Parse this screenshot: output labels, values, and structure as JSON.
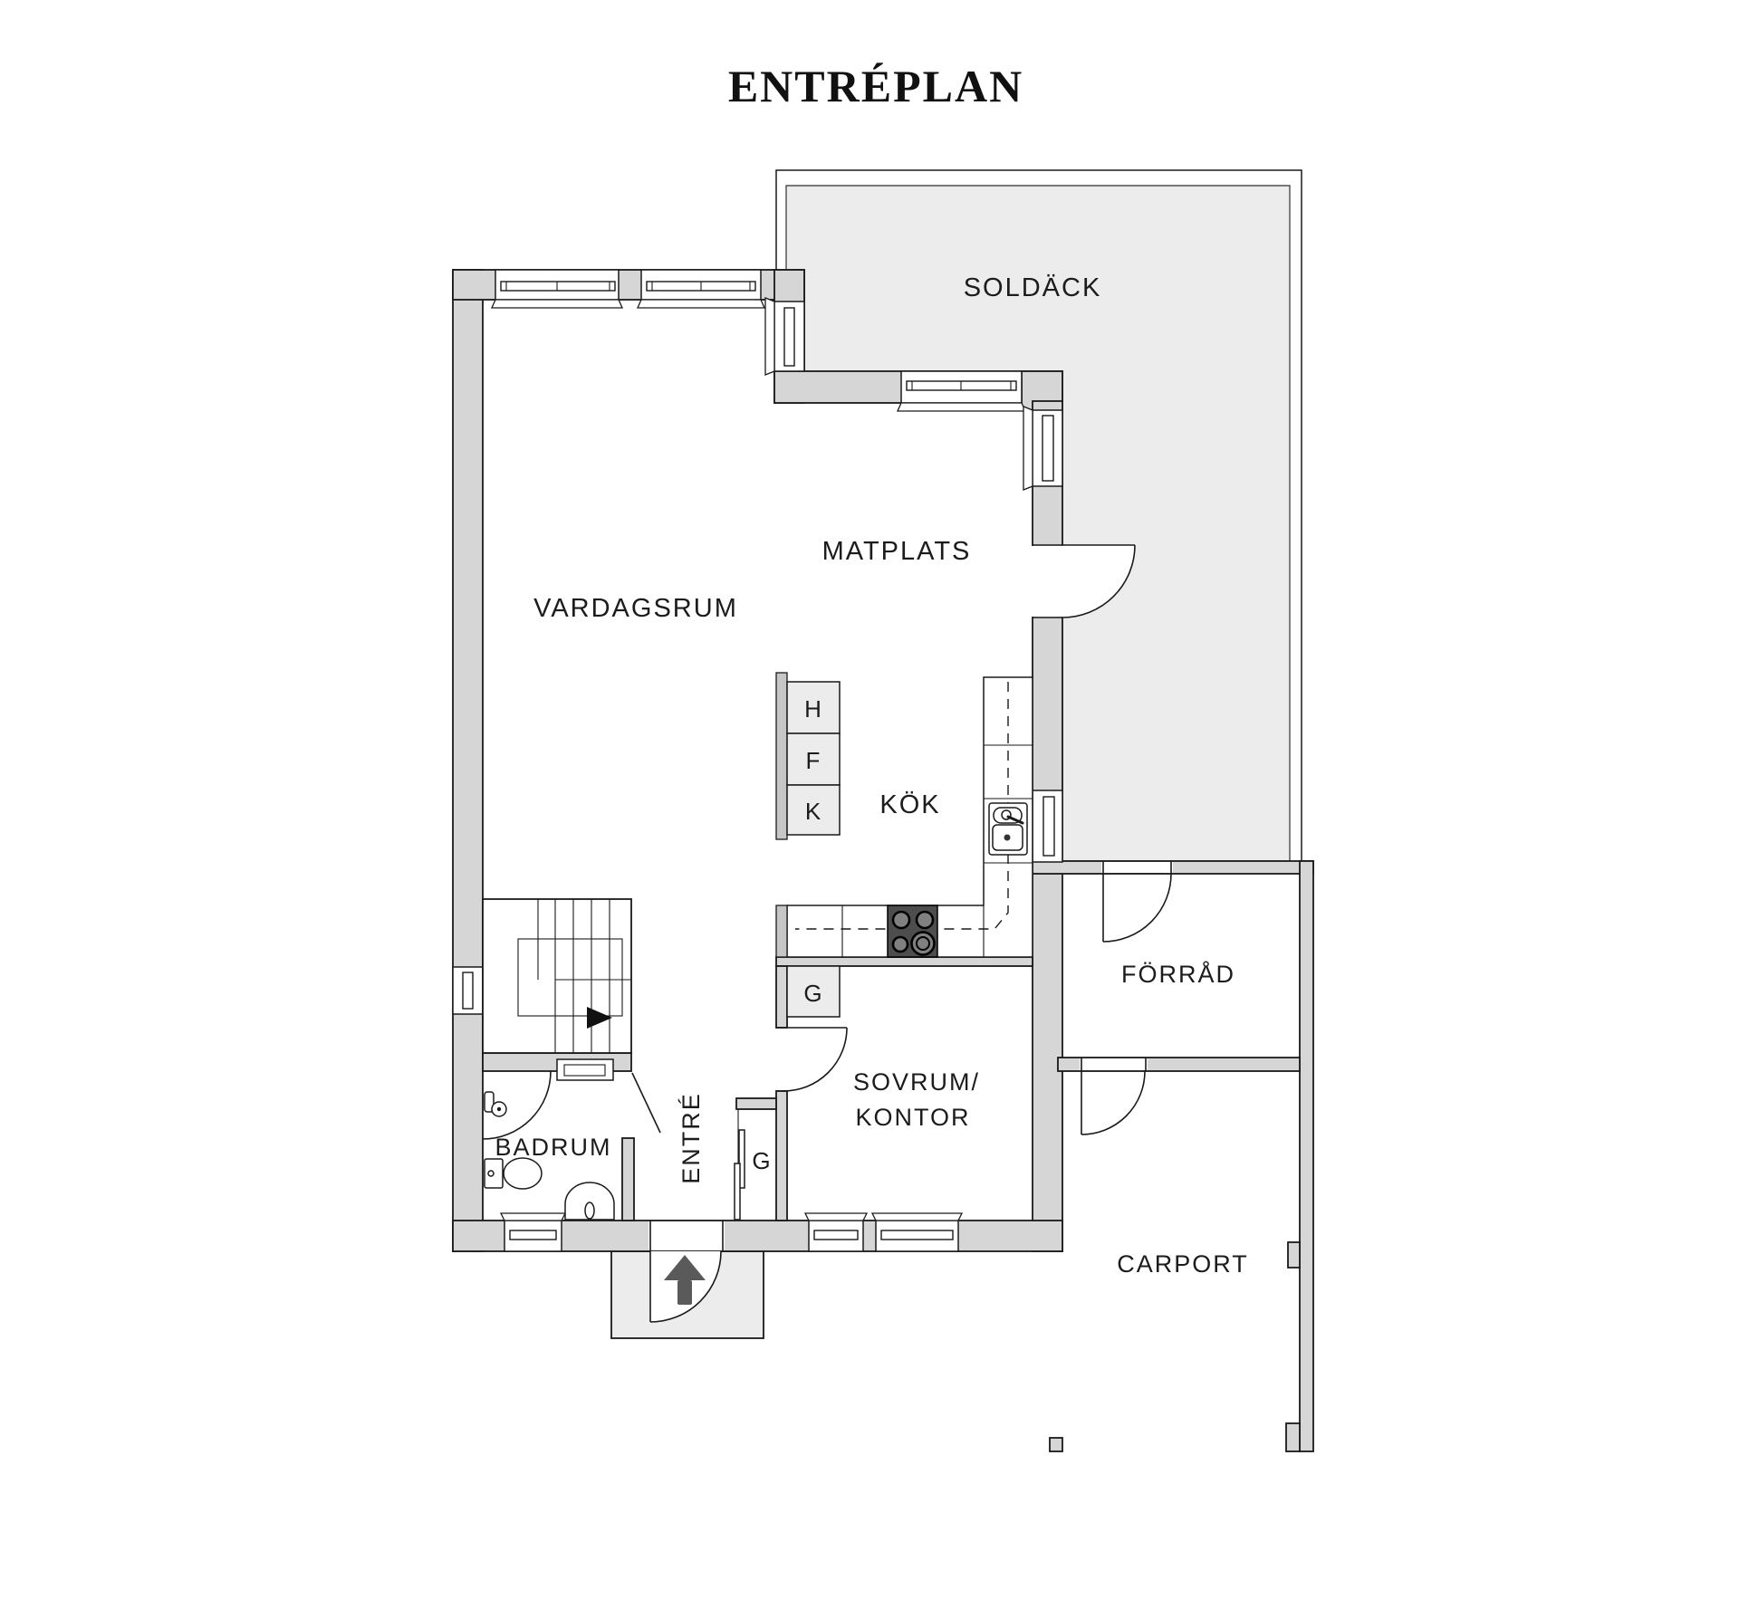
{
  "title": "ENTRÉPLAN",
  "rooms": {
    "soldack": "SOLDÄCK",
    "matplats": "MATPLATS",
    "vardagsrum": "VARDAGSRUM",
    "kok": "KÖK",
    "forrad": "FÖRRÅD",
    "sovrum_kontor_line1": "SOVRUM/",
    "sovrum_kontor_line2": "KONTOR",
    "badrum": "BADRUM",
    "entre": "ENTRÉ",
    "carport": "CARPORT"
  },
  "fixtures": {
    "wardrobe_kitchen": "G",
    "wardrobe_entre": "G",
    "appliance_top": "H",
    "appliance_middle": "F",
    "appliance_bottom": "K"
  },
  "colors": {
    "background": "#ffffff",
    "wall_fill": "#d6d6d6",
    "deck_fill": "#ececec",
    "dark_fill": "#c6c6c6",
    "line": "#1a1a1a",
    "arrow_gray": "#5a5a5a",
    "stove_dark": "#4d4d4d"
  }
}
